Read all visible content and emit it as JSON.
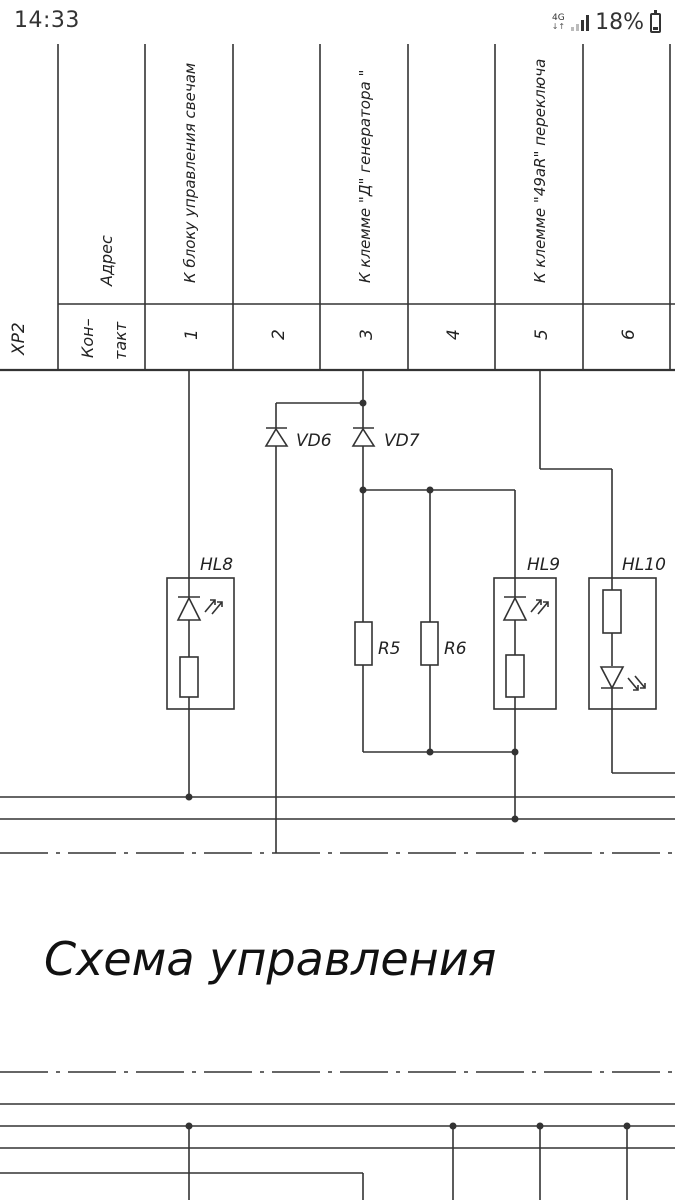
{
  "status_bar": {
    "time": "14:33",
    "network_type": "4G",
    "network_arrows": "↓↑",
    "battery_percent": "18%",
    "battery_level": 0.18,
    "signal_icon": "signal-bars-icon",
    "battery_icon": "battery-icon"
  },
  "table": {
    "connector": "XP2",
    "address_header": "Адрес",
    "contact_header_line1": "Кон–",
    "contact_header_line2": "такт",
    "rows": [
      {
        "contact": "1",
        "address": "К блоку управления свечам"
      },
      {
        "contact": "2",
        "address": ""
      },
      {
        "contact": "3",
        "address": "К клемме \"Д\" генератора \""
      },
      {
        "contact": "4",
        "address": ""
      },
      {
        "contact": "5",
        "address": "К клемме \"49аR\" переключа"
      },
      {
        "contact": "6",
        "address": ""
      }
    ]
  },
  "components": {
    "vd6": "VD6",
    "vd7": "VD7",
    "hl8": "HL8",
    "hl9": "HL9",
    "hl10": "HL10",
    "r5": "R5",
    "r6": "R6"
  },
  "section_title": "Схема управления"
}
